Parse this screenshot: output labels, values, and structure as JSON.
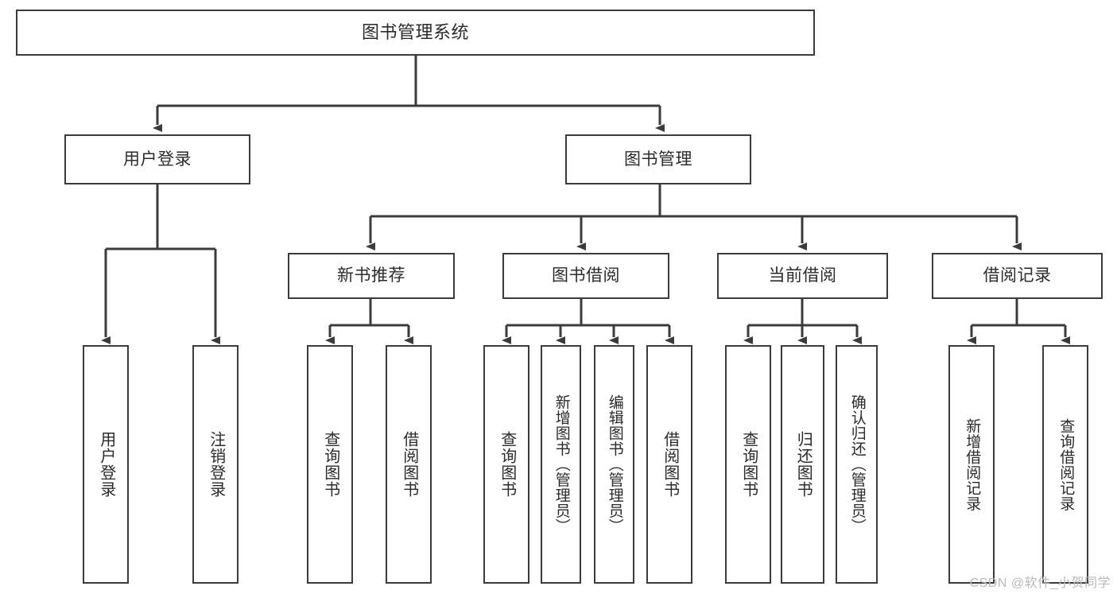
{
  "diagram": {
    "title": "图书管理系统",
    "type": "tree-hierarchy",
    "watermark": "CSDN @软件_小贺同学",
    "colors": {
      "background": "#ffffff",
      "stroke": "#3b3b3b",
      "text": "#2b2b2b",
      "watermark": "#b9b9b9"
    },
    "root": {
      "label": "图书管理系统"
    },
    "level2": [
      {
        "label": "用户登录"
      },
      {
        "label": "图书管理"
      }
    ],
    "level3": [
      {
        "label": "新书推荐"
      },
      {
        "label": "图书借阅"
      },
      {
        "label": "当前借阅"
      },
      {
        "label": "借阅记录"
      }
    ],
    "leaves": {
      "user_login": [
        {
          "label": "用户登录"
        },
        {
          "label": "注销登录"
        }
      ],
      "new_book_recommend": [
        {
          "label": "查询图书"
        },
        {
          "label": "借阅图书"
        }
      ],
      "book_borrow": [
        {
          "label": "查询图书"
        },
        {
          "label": "新增图书（管理员）"
        },
        {
          "label": "编辑图书（管理员）"
        },
        {
          "label": "借阅图书"
        }
      ],
      "current_borrow": [
        {
          "label": "查询图书"
        },
        {
          "label": "归还图书"
        },
        {
          "label": "确认归还（管理员）"
        }
      ],
      "borrow_record": [
        {
          "label": "新增借阅记录"
        },
        {
          "label": "查询借阅记录"
        }
      ]
    }
  }
}
